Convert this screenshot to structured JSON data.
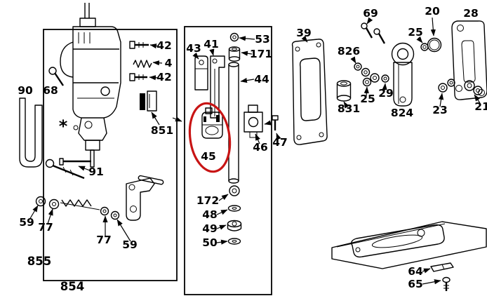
{
  "diagram": {
    "type": "exploded-parts-diagram",
    "description": "Power tool exploded-view parts diagram with numbered callouts; part 45 is circled in red",
    "highlighted_part": "45",
    "colors": {
      "line": "#000000",
      "background": "#ffffff",
      "highlight": "#c81414"
    },
    "labels": {
      "left": {
        "l42_upper": "42",
        "l4": "4",
        "l42_lower": "42",
        "l90": "90",
        "l68": "68",
        "l851": "851",
        "l91": "91",
        "l59_left": "59",
        "l77_left": "77",
        "l77_mid": "77",
        "l59_mid": "59",
        "l855": "855",
        "l854": "854",
        "asterisk": "*"
      },
      "middle": {
        "l43": "43",
        "l41": "41",
        "l53": "53",
        "l171": "171",
        "l44": "44",
        "l45": "45",
        "l46": "46",
        "l47": "47",
        "l172": "172",
        "l48": "48",
        "l49": "49",
        "l50": "50"
      },
      "right": {
        "l39": "39",
        "l69": "69",
        "l826": "826",
        "l831": "831",
        "l25_mid": "25",
        "l29": "29",
        "l824": "824",
        "l20": "20",
        "l25_top": "25",
        "l28": "28",
        "l23": "23",
        "l21": "21",
        "l64": "64",
        "l65": "65"
      }
    }
  }
}
